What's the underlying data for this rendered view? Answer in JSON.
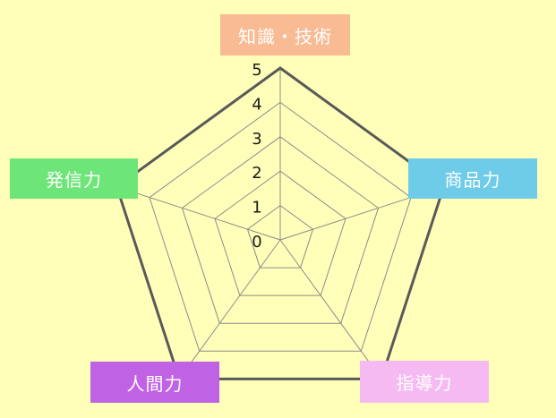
{
  "chart_data": {
    "type": "radar",
    "axes": [
      {
        "label": "知識・技術",
        "color": "#f8bb93"
      },
      {
        "label": "商品力",
        "color": "#6fcce8"
      },
      {
        "label": "指導力",
        "color": "#f6baf3"
      },
      {
        "label": "人間力",
        "color": "#bf63e4"
      },
      {
        "label": "発信力",
        "color": "#6ee578"
      }
    ],
    "tick_labels": [
      "0",
      "1",
      "2",
      "3",
      "4",
      "5"
    ],
    "rlim": [
      0,
      5
    ],
    "grid": true,
    "outer_frame_color": "#595959",
    "grid_color": "#8c8c8c"
  }
}
